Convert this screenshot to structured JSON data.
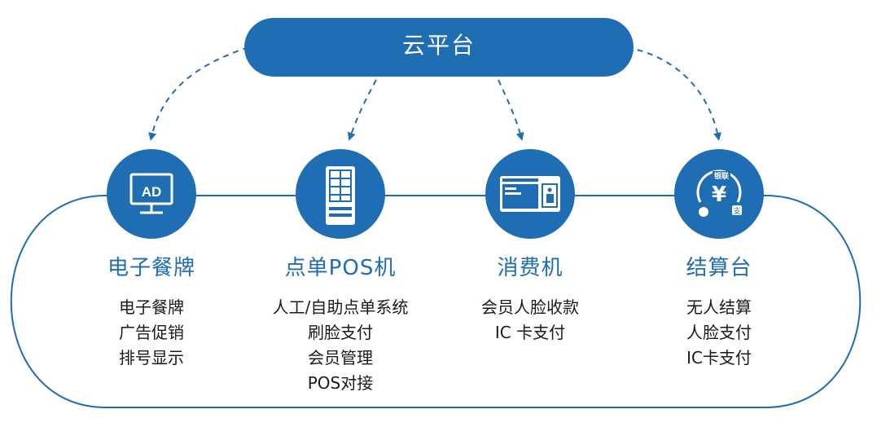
{
  "cloud": {
    "label": "云平台"
  },
  "colors": {
    "primary": "#1f6db3",
    "text": "#1a1a1a",
    "background": "#ffffff"
  },
  "nodes": [
    {
      "icon": "ad-monitor-icon",
      "title": "电子餐牌",
      "icon_text": "AD",
      "items": [
        "电子餐牌",
        "广告促销",
        "排号显示"
      ]
    },
    {
      "icon": "kiosk-icon",
      "title": "点单POS机",
      "items": [
        "人工/自助点单系统",
        "刷脸支付",
        "会员管理",
        "POS对接"
      ]
    },
    {
      "icon": "face-payment-terminal-icon",
      "title": "消费机",
      "items": [
        "会员人脸收款",
        "IC 卡支付"
      ]
    },
    {
      "icon": "yuan-payment-icon",
      "title": "结算台",
      "icon_text": "银联",
      "items": [
        "无人结算",
        "人脸支付",
        "IC卡支付"
      ]
    }
  ]
}
